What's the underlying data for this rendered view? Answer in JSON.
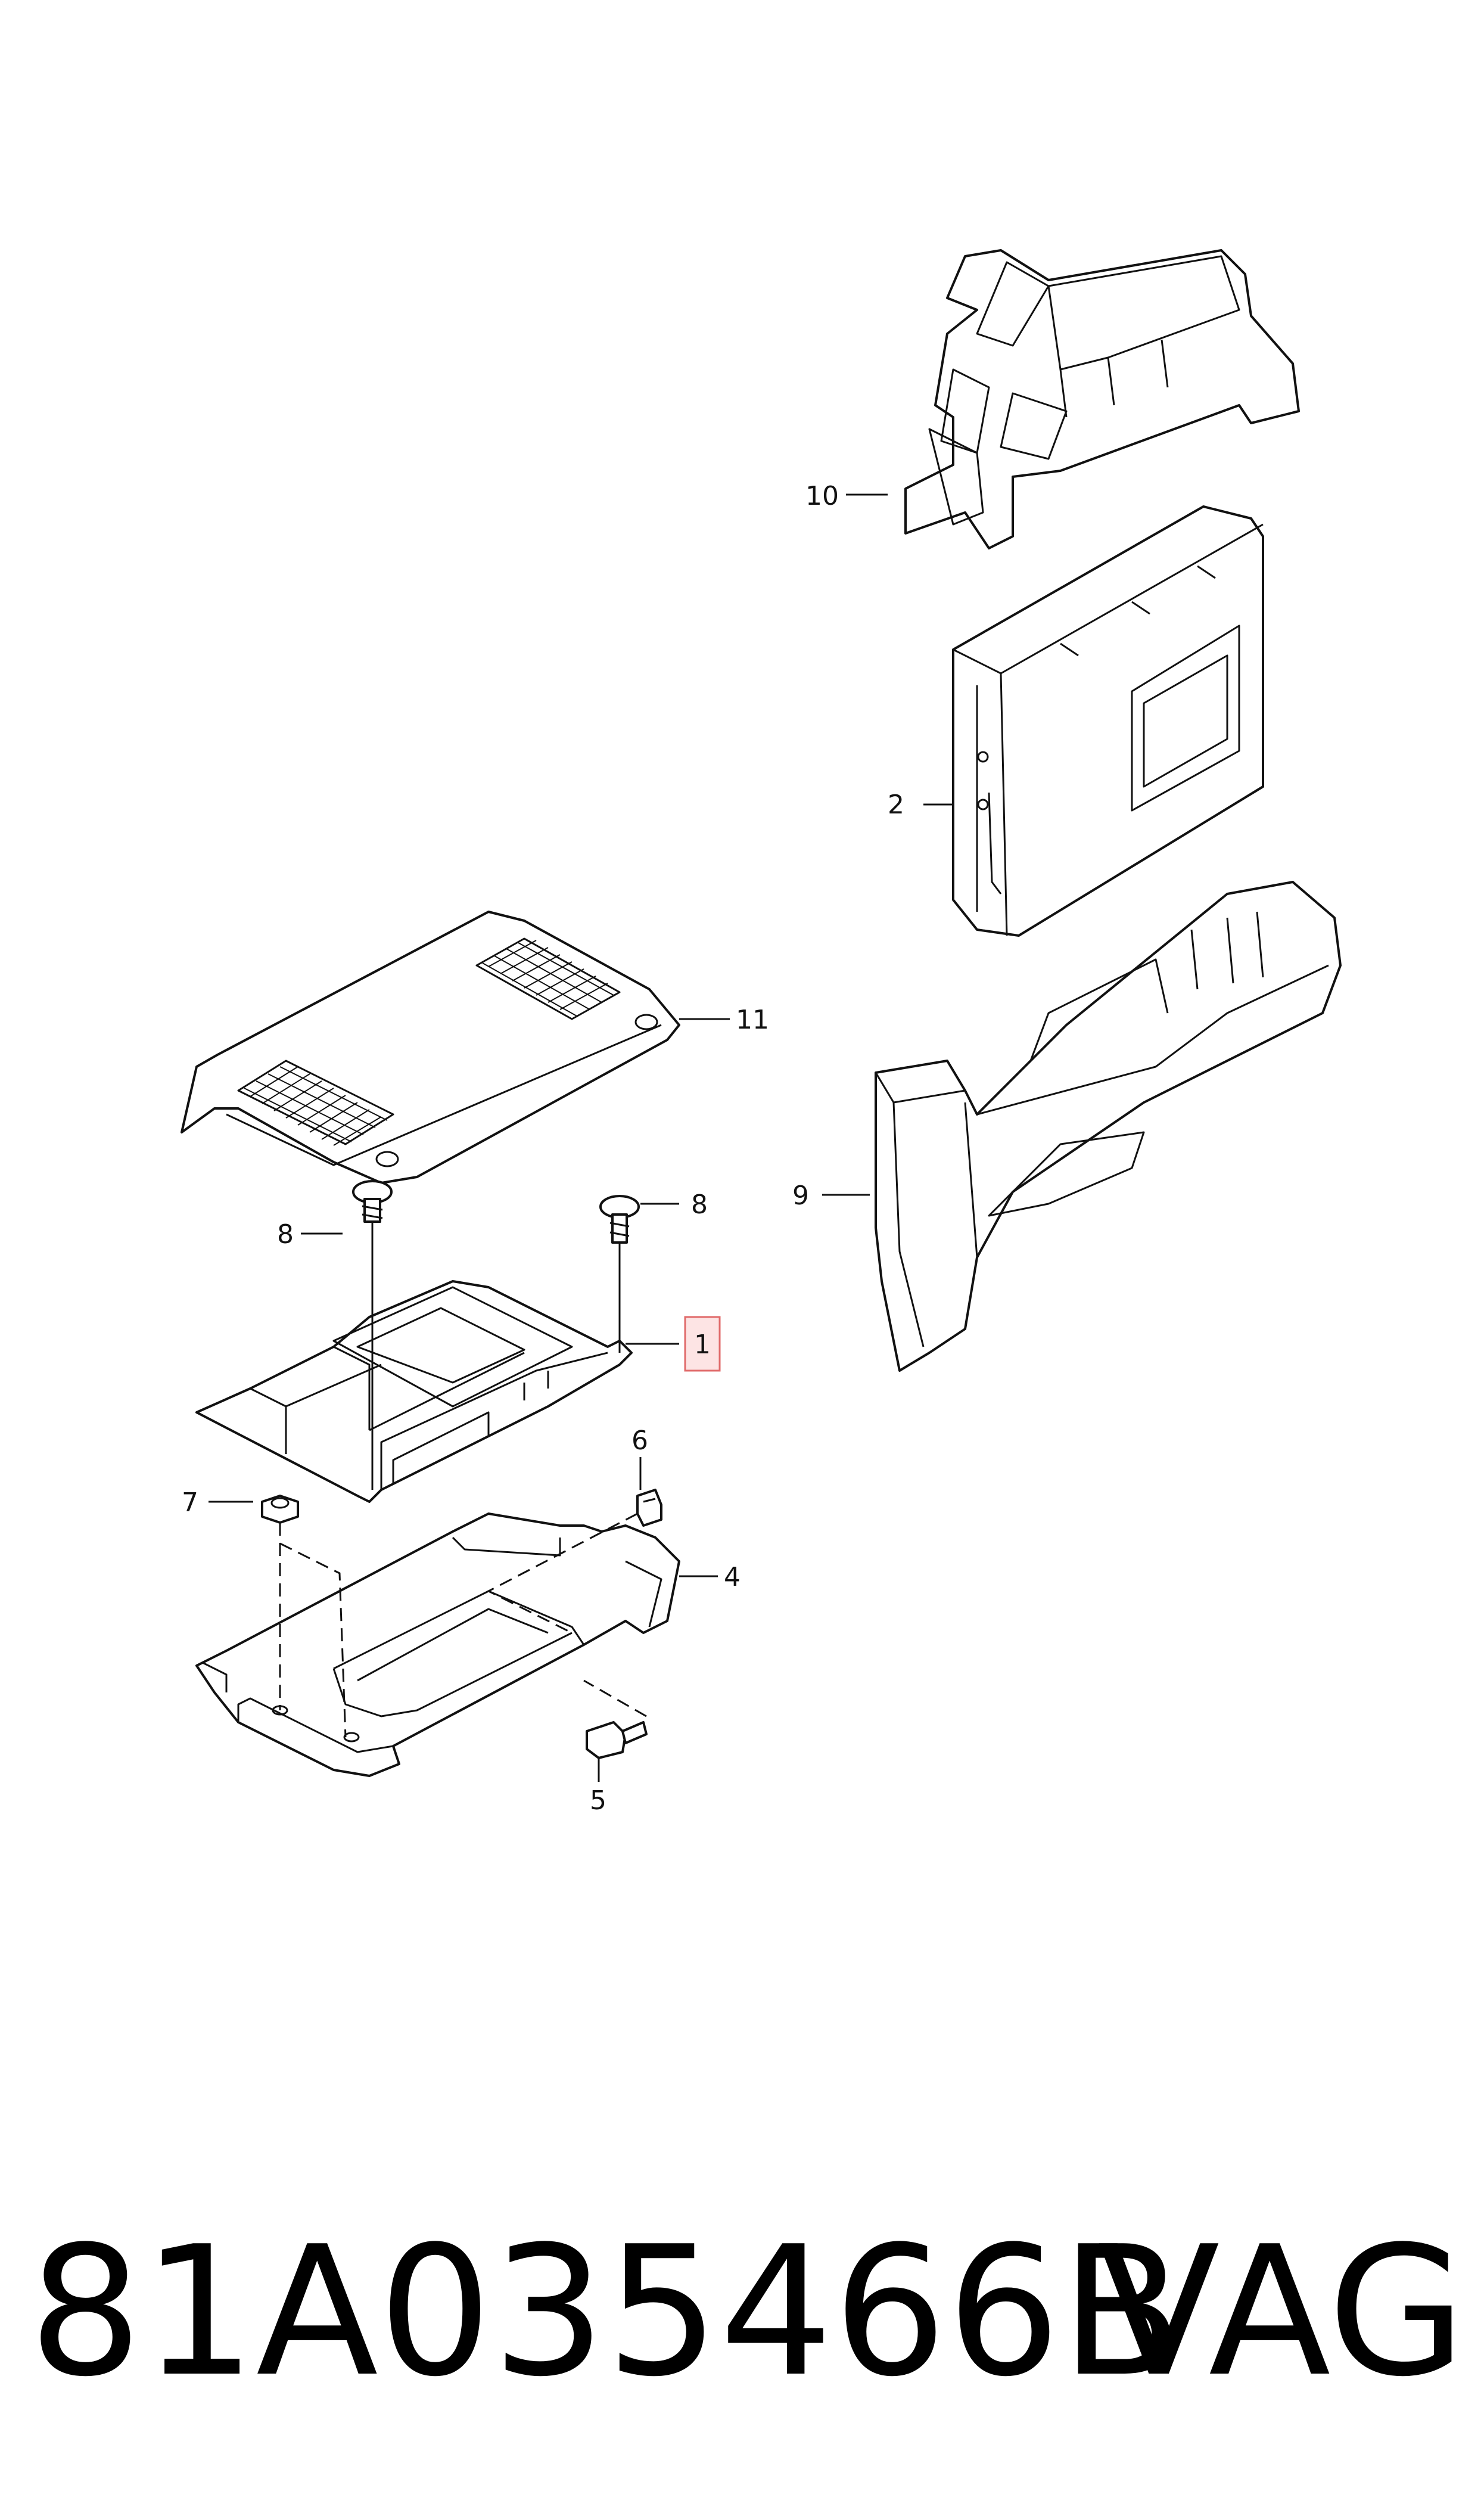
{
  "diagram": {
    "callouts": {
      "c1": "1",
      "c2": "2",
      "c4": "4",
      "c5": "5",
      "c6": "6",
      "c7": "7",
      "c8a": "8",
      "c8b": "8",
      "c9": "9",
      "c10": "10",
      "c11": "11"
    },
    "highlighted_callout": "1",
    "highlight_color": "#e06a6a"
  },
  "footer": {
    "part_number": "81A035466B",
    "brand": "VAG"
  }
}
